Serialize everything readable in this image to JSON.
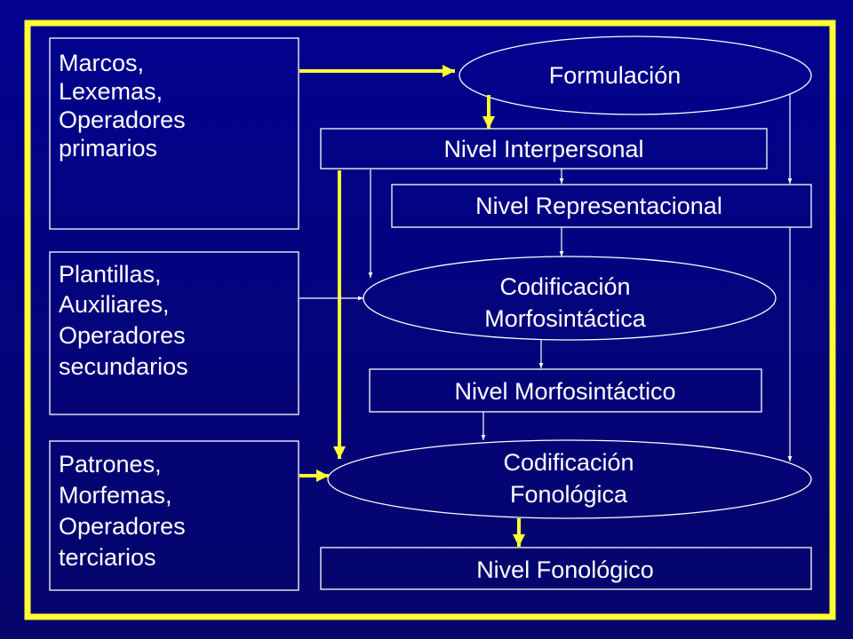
{
  "background": {
    "from": "#02028f",
    "to": "#05056a"
  },
  "colors": {
    "frame": "#ffff33",
    "line": "#ffffff",
    "text": "#ffffff"
  },
  "inputs": {
    "primary": [
      "Marcos,",
      "Lexemas,",
      "Operadores",
      "primarios"
    ],
    "secondary": [
      "Plantillas,",
      "Auxiliares,",
      "Operadores",
      "secundarios"
    ],
    "tertiary": [
      "Patrones,",
      "Morfemas,",
      "Operadores",
      "terciarios"
    ]
  },
  "nodes": {
    "formulacion": [
      "Formulación"
    ],
    "interpersonal": [
      "Nivel Interpersonal"
    ],
    "representacional": [
      "Nivel Representacional"
    ],
    "cod_morfo": [
      "Codificación",
      "Morfosintáctica"
    ],
    "morfosintactico": [
      "Nivel Morfosintáctico"
    ],
    "cod_fono": [
      "Codificación",
      "Fonológica"
    ],
    "fonologico": [
      "Nivel Fonológico"
    ]
  }
}
